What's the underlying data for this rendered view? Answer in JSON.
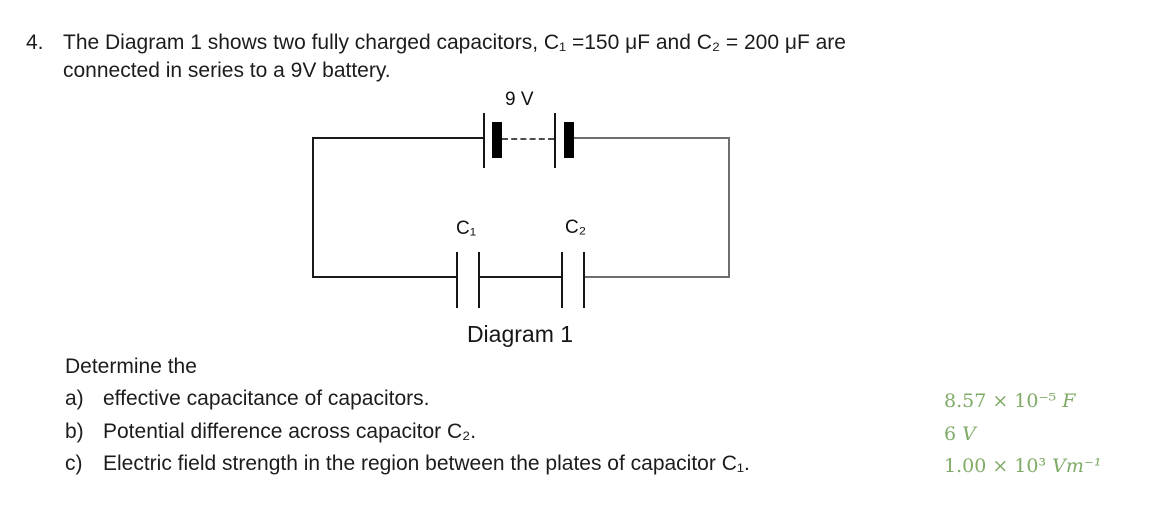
{
  "question": {
    "number": "4.",
    "line1": "The Diagram 1 shows two fully charged capacitors, C₁ =150 μF and C₂ = 200 μF are",
    "line2": "connected in series to a 9V battery."
  },
  "diagram": {
    "battery_label": "9 V",
    "c1_label": "C₁",
    "c2_label": "C₂",
    "caption": "Diagram 1"
  },
  "tasks": {
    "intro": "Determine the",
    "items": [
      {
        "letter": "a)",
        "text": "effective capacitance of capacitors.",
        "answer_value": "8.57 × 10⁻⁵",
        "answer_unit": "F"
      },
      {
        "letter": "b)",
        "text": "Potential difference across capacitor C₂.",
        "answer_value": "6",
        "answer_unit": "V"
      },
      {
        "letter": "c)",
        "text": "Electric field strength in the region between the plates of capacitor C₁.",
        "answer_value": "1.00 × 10³",
        "answer_unit": "Vm⁻¹"
      }
    ]
  },
  "colors": {
    "answer_green": "#7fab66",
    "wire_dark": "#1a1a1a",
    "wire_gray": "#6e6e6e"
  }
}
